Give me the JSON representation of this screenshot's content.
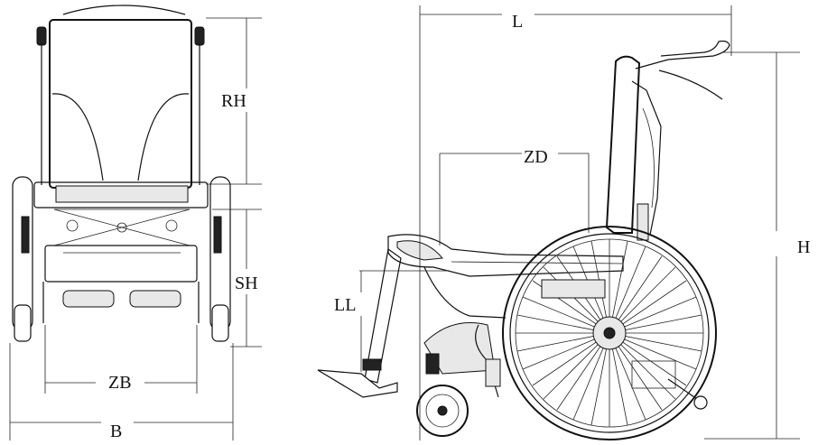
{
  "labels": {
    "rh": "RH",
    "sh": "SH",
    "zb": "ZB",
    "b": "B",
    "l": "L",
    "zd": "ZD",
    "ll": "LL",
    "h": "H"
  }
}
